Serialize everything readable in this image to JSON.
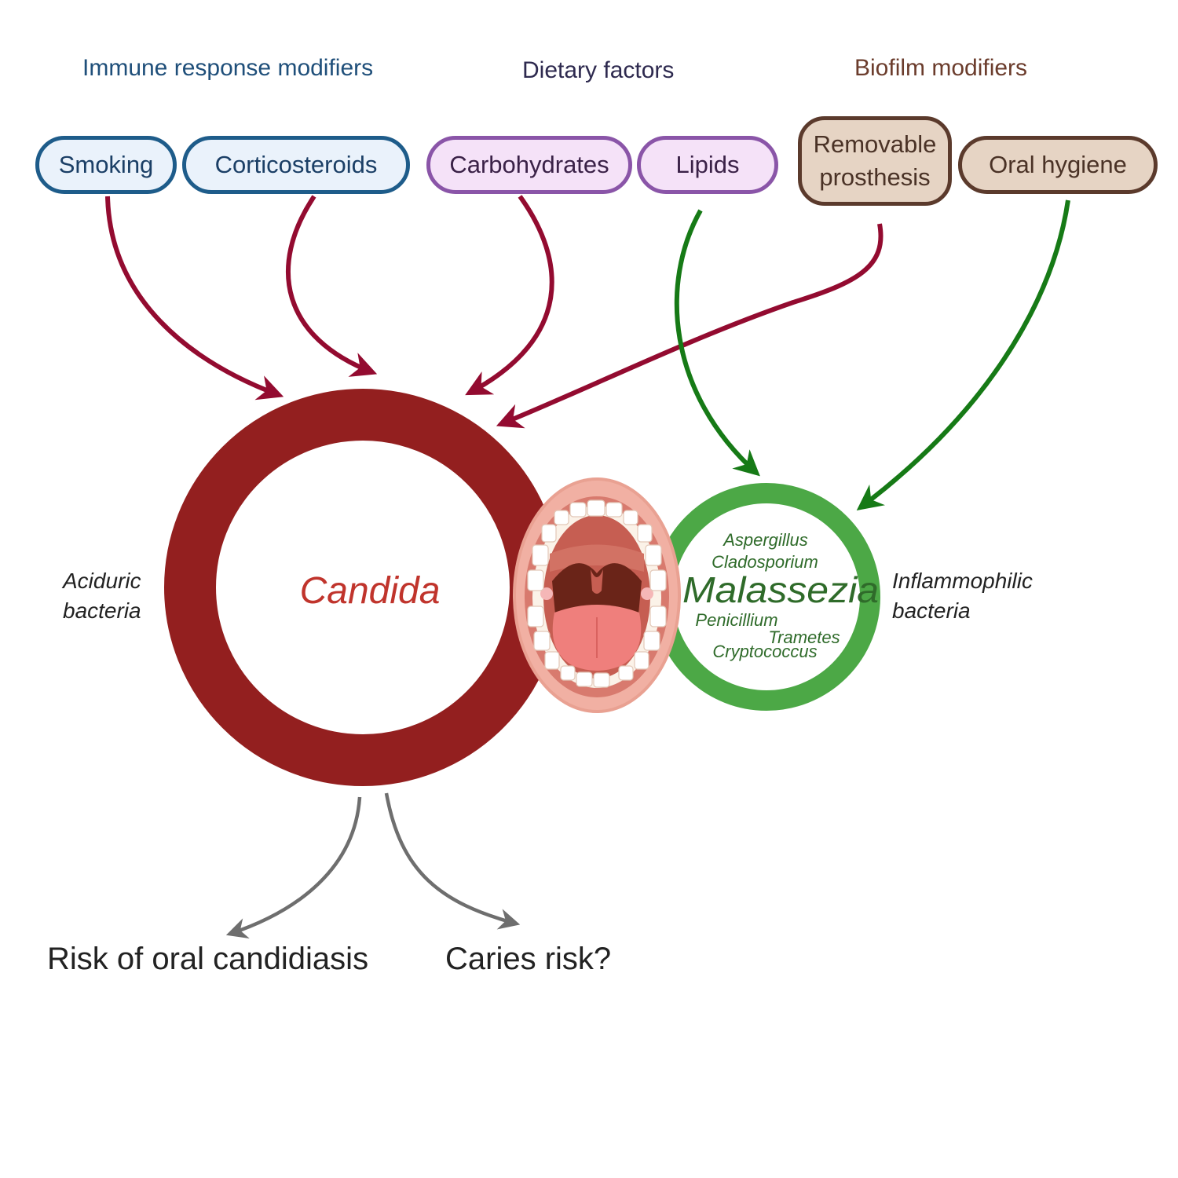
{
  "groups": {
    "immune": {
      "title": "Immune response modifiers",
      "color": "#1f4f7a"
    },
    "dietary": {
      "title": "Dietary factors",
      "color": "#2e2a4f"
    },
    "biofilm": {
      "title": "Biofilm modifiers",
      "color": "#6b3c2c"
    }
  },
  "factors": {
    "smoking": "Smoking",
    "corticosteroids": "Corticosteroids",
    "carbohydrates": "Carbohydrates",
    "lipids": "Lipids",
    "removable_prosthesis": "Removable prosthesis",
    "oral_hygiene": "Oral hygiene"
  },
  "candida": {
    "label": "Candida",
    "ring_color": "#931f1f",
    "text_color": "#c0342c"
  },
  "malassezia_ring": {
    "ring_color": "#4ca846",
    "text_color": "#2f6b2a",
    "main_label": "Malassezia",
    "genera": [
      "Aspergillus",
      "Cladosporium",
      "Penicillium",
      "Trametes",
      "Cryptococcus"
    ]
  },
  "side_labels": {
    "left": "Aciduric bacteria",
    "right": "Inflammophilic bacteria"
  },
  "outcomes": {
    "left": "Risk of oral candidiasis",
    "right": "Caries risk?"
  },
  "arrow_colors": {
    "candida": "#930b30",
    "malassezia": "#167a16",
    "outcome": "#6e6e6e"
  }
}
